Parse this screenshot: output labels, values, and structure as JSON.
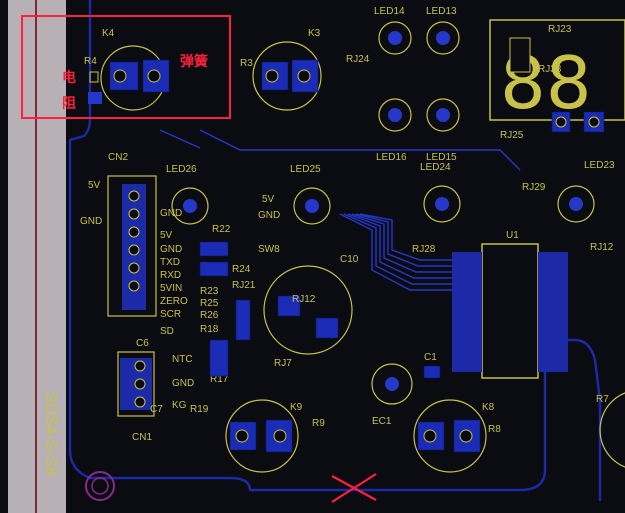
{
  "board": {
    "part_number": "SOS4-S-S8",
    "annotations": {
      "electrode_label": [
        "电",
        "阻"
      ],
      "spring_label": "弹簧"
    },
    "colors": {
      "background": "#0b0b12",
      "silkscreen": "#c8c24a",
      "copper": "#1c2aa8",
      "pad": "#2638c9",
      "annotation": "#ff2040",
      "left_strip": "#b7b1b6"
    }
  },
  "components": {
    "k4": "K4",
    "k3": "K3",
    "k9": "K9",
    "k8": "K8",
    "r4": "R4",
    "r3": "R3",
    "rj24": "RJ24",
    "rj23": "RJ23",
    "rj33": "RJ33",
    "rj25": "RJ25",
    "rj29": "RJ29",
    "rj28": "RJ28",
    "rj12": "RJ12",
    "rj7": "RJ7",
    "rj21": "RJ21",
    "led14": "LED14",
    "led13": "LED13",
    "led16": "LED16",
    "led15": "LED15",
    "led24": "LED24",
    "led23": "LED23",
    "led26": "LED26",
    "led25": "LED25",
    "cn2": "CN2",
    "cn1": "CN1",
    "u1": "U1",
    "c10": "C10",
    "c1": "C1",
    "ec1": "EC1",
    "r22": "R22",
    "r24": "R24",
    "r23": "R23",
    "r25": "R25",
    "r26": "R26",
    "r18": "R18",
    "r17": "R17",
    "r19": "R19",
    "r9": "R9",
    "r8": "R8",
    "r7": "R7",
    "c6": "C6",
    "c7": "C7",
    "sw8": "SW8"
  },
  "cn2_pins": [
    "GND",
    "5V",
    "GND",
    "TXD",
    "RXD",
    "5VIN",
    "ZERO",
    "SCR",
    "SD",
    "NTC",
    "GND",
    "KG"
  ],
  "net_labels": {
    "v5_top": "5V",
    "gnd_top": "GND",
    "gnd_left": "GND",
    "v5_left": "5V"
  },
  "display_digits": "88"
}
